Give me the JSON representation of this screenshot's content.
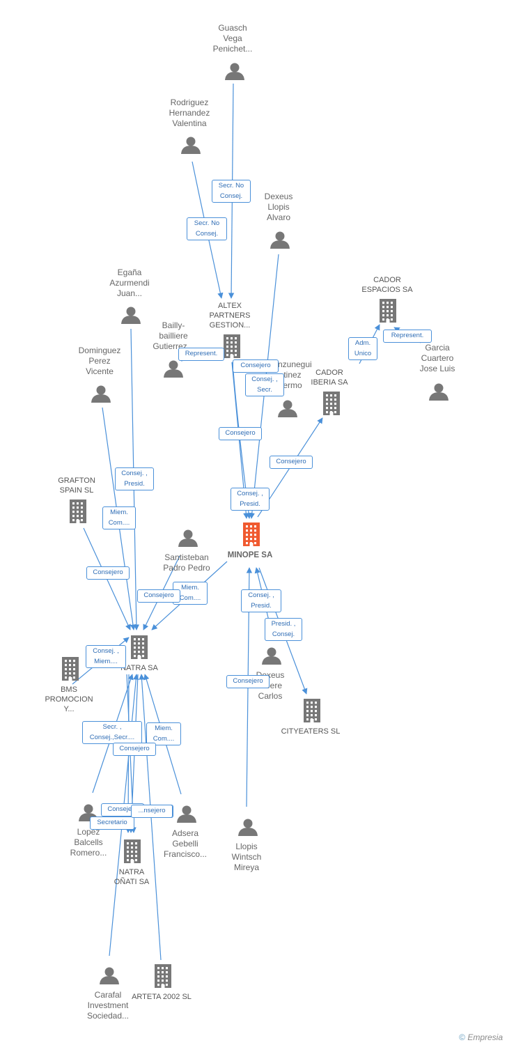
{
  "colors": {
    "edge": "#4a90d9",
    "node": "#777777",
    "main_node": "#f05a30",
    "edge_label_text": "#2f6db5"
  },
  "nodes": {
    "guasch": {
      "label": "Guasch\nVega\nPenichet...",
      "kind": "person"
    },
    "rodriguez": {
      "label": "Rodriguez\nHernandez\nValentina",
      "kind": "person"
    },
    "dexeus_alvaro": {
      "label": "Dexeus\nLlopis\nAlvaro",
      "kind": "person"
    },
    "altex": {
      "label": "ALTEX\nPARTNERS\nGESTION...",
      "kind": "company"
    },
    "cador_espacios": {
      "label": "CADOR\nESPACIOS SA",
      "kind": "company"
    },
    "egana": {
      "label": "Egaña\nAzurmendi\nJuan...",
      "kind": "person"
    },
    "bailly": {
      "label": "Bailly-\nbailliere\nGutierrez...",
      "kind": "person"
    },
    "anzunegui": {
      "label": "...anzunegui\n...tinez\n...ermo",
      "kind": "person"
    },
    "cador_iberia": {
      "label": "CADOR\nIBERIA SA",
      "kind": "company"
    },
    "garcia": {
      "label": "Garcia\nCuartero\nJose Luis",
      "kind": "person"
    },
    "dominguez": {
      "label": "Dominguez\nPerez\nVicente",
      "kind": "person"
    },
    "grafton": {
      "label": "GRAFTON\nSPAIN SL",
      "kind": "company"
    },
    "minope": {
      "label": "MINOPE SA",
      "kind": "main"
    },
    "santisteban": {
      "label": "Santisteban\nPadro Pedro",
      "kind": "person"
    },
    "natra": {
      "label": "NATRA SA",
      "kind": "company"
    },
    "bms": {
      "label": "BMS\nPROMOCION\nY...",
      "kind": "company"
    },
    "dexeus_carlos": {
      "label": "Dexeus\n...bere\nCarlos",
      "kind": "person"
    },
    "cityeaters": {
      "label": "CITYEATERS SL",
      "kind": "company"
    },
    "lopez": {
      "label": "Lopez\nBalcells\nRomero...",
      "kind": "person"
    },
    "adsera": {
      "label": "Adsera\nGebelli\nFrancisco...",
      "kind": "person"
    },
    "llopis_mireya": {
      "label": "Llopis\nWintsch\nMireya",
      "kind": "person"
    },
    "natra_onati": {
      "label": "NATRA\nOÑATI SA",
      "kind": "company"
    },
    "carafal": {
      "label": "Carafal\nInvestment\nSociedad...",
      "kind": "person"
    },
    "arteta": {
      "label": "ARTETA 2002 SL",
      "kind": "company"
    }
  },
  "edges": [
    {
      "from": "guasch",
      "to": "altex",
      "label": "Secr.  No\nConsej."
    },
    {
      "from": "rodriguez",
      "to": "altex",
      "label": "Secr.  No\nConsej."
    },
    {
      "from": "bailly",
      "to": "altex",
      "label": "Represent."
    },
    {
      "from": "dexeus_alvaro",
      "to": "minope",
      "label": "Consej. ,\nPresid."
    },
    {
      "from": "altex",
      "to": "minope",
      "label": "Consejero"
    },
    {
      "from": "altex",
      "to": "minope",
      "label": "Consej. ,\nSecr."
    },
    {
      "from": "anzunegui",
      "to": "altex",
      "label": "Consejero"
    },
    {
      "from": "cador_iberia",
      "to": "cador_espacios",
      "label": "Adm.\nUnico"
    },
    {
      "from": "garcia",
      "to": "cador_espacios",
      "label": "Represent."
    },
    {
      "from": "minope",
      "to": "cador_iberia",
      "label": "Consejero"
    },
    {
      "from": "egana",
      "to": "natra",
      "label": "Consej. ,\nPresid."
    },
    {
      "from": "dominguez",
      "to": "natra",
      "label": "Miem.\nCom...."
    },
    {
      "from": "grafton",
      "to": "natra",
      "label": "Consejero"
    },
    {
      "from": "santisteban",
      "to": "natra",
      "label": "Miem.\nCom...."
    },
    {
      "from": "minope",
      "to": "natra",
      "label": "Consejero"
    },
    {
      "from": "bms",
      "to": "natra",
      "label": "Consej. ,\nMiem...."
    },
    {
      "from": "dexeus_carlos",
      "to": "minope",
      "label": "Consej. ,\nPresid."
    },
    {
      "from": "minope",
      "to": "cityeaters",
      "label": "Presid. ,\nConsej."
    },
    {
      "from": "llopis_mireya",
      "to": "minope",
      "label": "Consejero"
    },
    {
      "from": "lopez",
      "to": "natra",
      "label": "Secr. ,\nConsej.,Secr...."
    },
    {
      "from": "adsera",
      "to": "natra",
      "label": "Miem.\nCom...."
    },
    {
      "from": "natra",
      "to": "natra_onati",
      "label": "Consejero"
    },
    {
      "from": "natra",
      "to": "natra_onati",
      "label": "Secretario"
    },
    {
      "from": "carafal",
      "to": "natra",
      "label": "Consejero"
    },
    {
      "from": "arteta",
      "to": "natra",
      "label": "Consejero"
    },
    {
      "from": "natra",
      "to": "natra_onati",
      "label": "...nsejero"
    }
  ],
  "footer": {
    "copyright": "©",
    "brand": "Empresia"
  }
}
